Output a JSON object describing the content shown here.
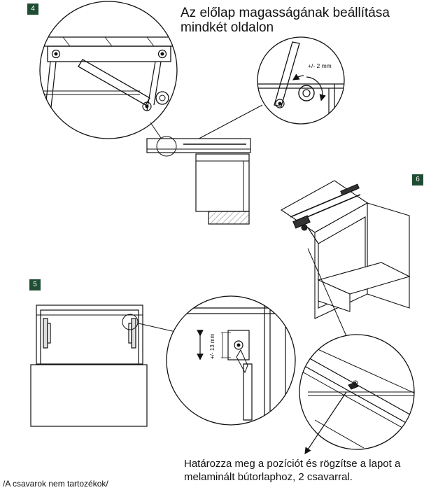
{
  "steps": {
    "step4": "4",
    "step5": "5",
    "step6": "6"
  },
  "title_line1": "Az előlap magasságának beállítása",
  "title_line2": "mindkét oldalon",
  "adjust_label_top": "+/- 2 mm",
  "adjust_label_side": "+/- 13 mm",
  "caption_line1": "Határozza meg a pozíciót és rögzítse a lapot a",
  "caption_line2": "melaminált bútorlaphoz, 2 csavarral.",
  "footnote": "/A csavarok nem tartozékok/",
  "colors": {
    "badge": "#1f4d33",
    "line": "#1a1a1a",
    "hatch": "#666666"
  }
}
